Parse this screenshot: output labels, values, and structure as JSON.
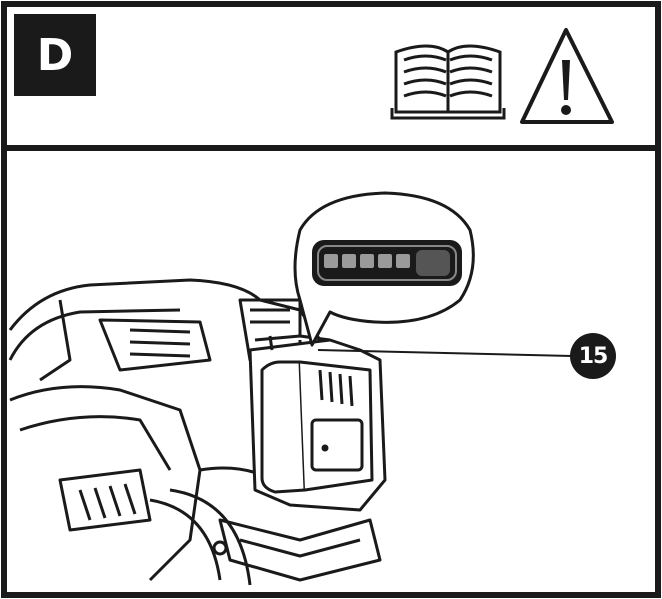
{
  "panel": {
    "letter": "D",
    "icons": [
      "manual-book-icon",
      "warning-triangle-icon"
    ]
  },
  "callouts": [
    {
      "number": "15"
    }
  ],
  "battery_indicator": {
    "segments_total": 5,
    "segments_lit": 5
  },
  "colors": {
    "ink": "#1a1a1a",
    "paper": "#ffffff",
    "mid_gray": "#555555"
  }
}
